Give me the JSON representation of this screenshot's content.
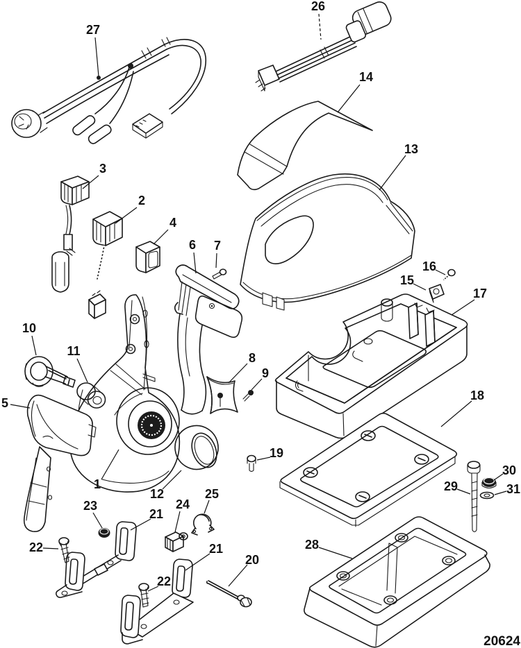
{
  "figure": {
    "drawing_number": "20624",
    "background_color": "#ffffff",
    "line_color": "#1a1a1a"
  },
  "callouts": [
    {
      "id": "27",
      "label": "27"
    },
    {
      "id": "26",
      "label": "26"
    },
    {
      "id": "14",
      "label": "14"
    },
    {
      "id": "13",
      "label": "13"
    },
    {
      "id": "3",
      "label": "3"
    },
    {
      "id": "2",
      "label": "2"
    },
    {
      "id": "4",
      "label": "4"
    },
    {
      "id": "6",
      "label": "6"
    },
    {
      "id": "7",
      "label": "7"
    },
    {
      "id": "16",
      "label": "16"
    },
    {
      "id": "15",
      "label": "15"
    },
    {
      "id": "17",
      "label": "17"
    },
    {
      "id": "10",
      "label": "10"
    },
    {
      "id": "11",
      "label": "11"
    },
    {
      "id": "8",
      "label": "8"
    },
    {
      "id": "9",
      "label": "9"
    },
    {
      "id": "5",
      "label": "5"
    },
    {
      "id": "18",
      "label": "18"
    },
    {
      "id": "19",
      "label": "19"
    },
    {
      "id": "1",
      "label": "1"
    },
    {
      "id": "12",
      "label": "12"
    },
    {
      "id": "23",
      "label": "23"
    },
    {
      "id": "24",
      "label": "24"
    },
    {
      "id": "25",
      "label": "25"
    },
    {
      "id": "21-upper",
      "label": "21"
    },
    {
      "id": "22-left",
      "label": "22"
    },
    {
      "id": "21-lower",
      "label": "21"
    },
    {
      "id": "22-lower",
      "label": "22"
    },
    {
      "id": "20",
      "label": "20"
    },
    {
      "id": "29",
      "label": "29"
    },
    {
      "id": "30",
      "label": "30"
    },
    {
      "id": "31",
      "label": "31"
    },
    {
      "id": "28",
      "label": "28"
    }
  ]
}
